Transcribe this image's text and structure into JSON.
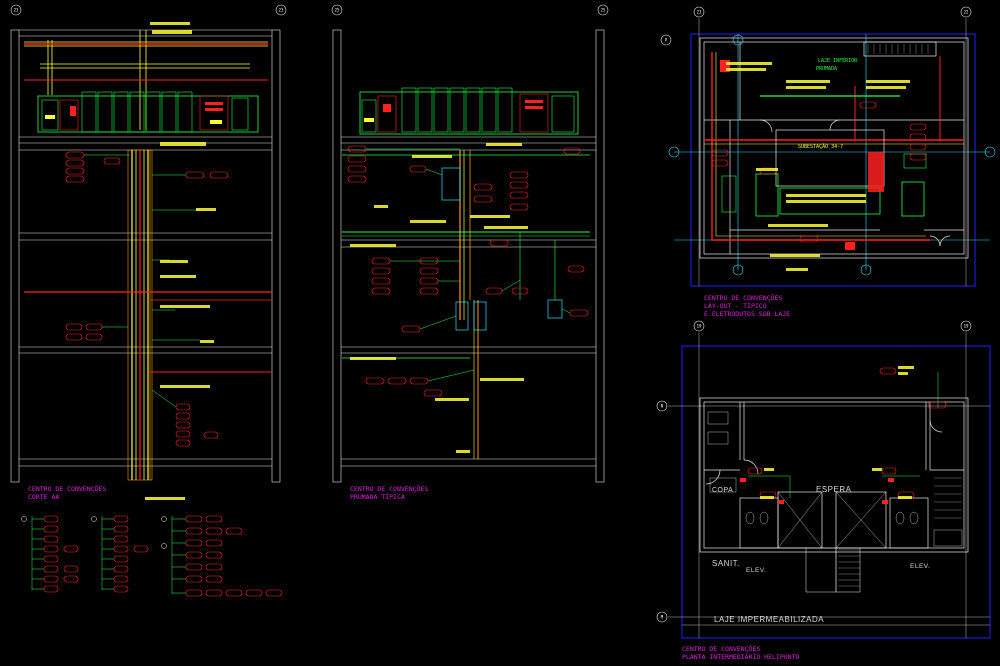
{
  "captions": {
    "corte_l1": "CENTRO DE CONVENÇÕES",
    "corte_l2": "CORTE AA",
    "prumada_l1": "CENTRO DE CONVENÇÕES",
    "prumada_l2": "PRUMADA TÍPICA",
    "layout_l1": "CENTRO DE CONVENÇÕES",
    "layout_l2": "LAY-OUT - TÍPICO",
    "layout_l3": "E ELETRODUTOS SOB LAJE",
    "heliponto_l1": "CENTRO DE CONVENÇÕES",
    "heliponto_l2": "PLANTA INTERMEDIÁRIO HELIPONTO"
  },
  "room_labels": {
    "espera": "ESPERA",
    "copa": "COPA",
    "sanit": "SANIT.",
    "elev_left": "ELEV.",
    "elev_right": "ELEV.",
    "laje": "LAJE IMPERMEABILIZADA",
    "subestacao": "SUBESTAÇÃO 34-7",
    "prumada": "PRUMADA",
    "laje_inferior": "LAJE INFERIOR"
  },
  "grid_bubbles": {
    "corte_left": "23",
    "corte_right": "23",
    "prumada_left": "25",
    "prumada_right": "25",
    "layout_left": "23",
    "layout_right": "22",
    "heli_left": "19",
    "heli_right": "19",
    "row_p": "P",
    "row_n": "N",
    "row_m": "M"
  },
  "colors": {
    "background": "#000000",
    "yellow": "#ffff33",
    "red": "#ff2020",
    "green": "#22ff44",
    "cyan": "#30e0ff",
    "magenta": "#e020e0",
    "blue": "#2020ff",
    "orange": "#ff9900",
    "white": "#e8e8e8"
  }
}
